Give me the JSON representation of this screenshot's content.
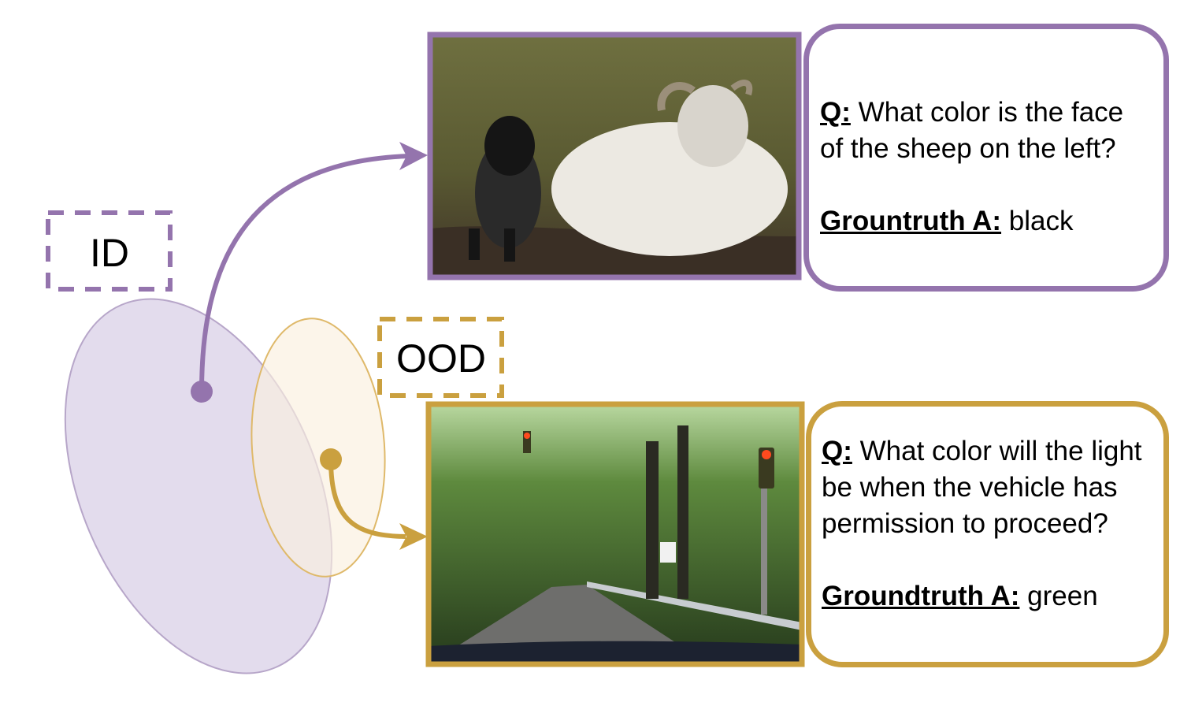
{
  "colors": {
    "id": "#9474ad",
    "ood": "#caa03f",
    "id_fill": "#e3dced",
    "ood_fill": "#fbefdf"
  },
  "id_group": {
    "tag": "ID",
    "image": "photo of a black lamb beside a white sheep lying on grass",
    "question_label": "Q:",
    "question_text": " What color is the face of the sheep on the left?",
    "answer_label": "Grountruth A:",
    "answer_text": " black"
  },
  "ood_group": {
    "tag": "OOD",
    "image": "photo of a forest road with traffic lights seen from a car windshield",
    "question_label": "Q:",
    "question_text": " What color will the light be when the vehicle has permission to proceed?",
    "answer_label": "Groundtruth A:",
    "answer_text": " green"
  }
}
